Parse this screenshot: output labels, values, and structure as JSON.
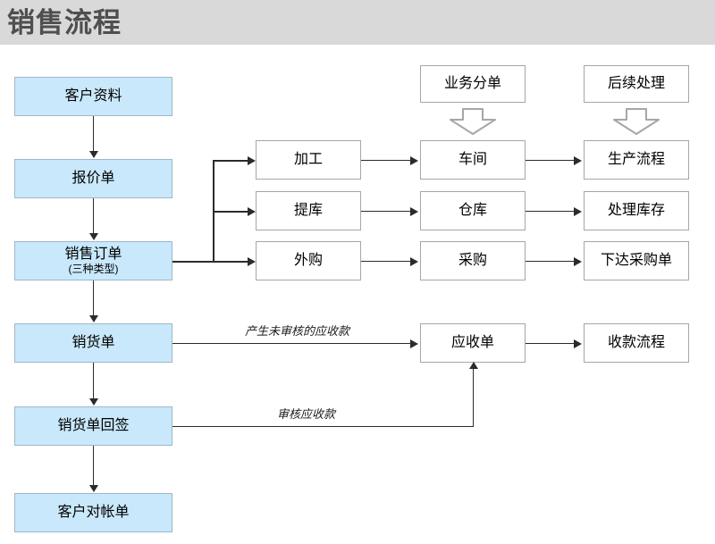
{
  "header": {
    "title": "销售流程",
    "background": "#d9d9d9",
    "title_color": "#4f4f4f"
  },
  "theme": {
    "node_blue_fill": "#c9e8fb",
    "node_blue_border": "#9fb8c8",
    "node_white_fill": "#ffffff",
    "node_white_border": "#a6a6a6",
    "connector_color": "#2b2b2b",
    "block_arrow_stroke": "#a6a6a6",
    "canvas_background": "#ffffff"
  },
  "main_flow": {
    "nodes": [
      {
        "id": "customer-info",
        "label": "客户资料",
        "sub": ""
      },
      {
        "id": "quotation",
        "label": "报价单",
        "sub": ""
      },
      {
        "id": "sales-order",
        "label": "销售订单",
        "sub": "(三种类型)"
      },
      {
        "id": "sales-slip",
        "label": "销货单",
        "sub": ""
      },
      {
        "id": "sales-slip-back",
        "label": "销货单回签",
        "sub": ""
      },
      {
        "id": "customer-statement",
        "label": "客户对帐单",
        "sub": ""
      }
    ]
  },
  "column_headers": [
    {
      "id": "business-split",
      "label": "业务分单"
    },
    {
      "id": "follow-up",
      "label": "后续处理"
    }
  ],
  "branch_rows": [
    {
      "type": {
        "id": "processing",
        "label": "加工"
      },
      "handler": {
        "id": "workshop",
        "label": "车间"
      },
      "follow_up": {
        "id": "production-flow",
        "label": "生产流程"
      }
    },
    {
      "type": {
        "id": "warehouse-pick",
        "label": "提库"
      },
      "handler": {
        "id": "warehouse",
        "label": "仓库"
      },
      "follow_up": {
        "id": "handle-stock",
        "label": "处理库存"
      }
    },
    {
      "type": {
        "id": "outsourcing",
        "label": "外购"
      },
      "handler": {
        "id": "purchasing",
        "label": "采购"
      },
      "follow_up": {
        "id": "issue-po",
        "label": "下达采购单"
      }
    }
  ],
  "receivable_flow": {
    "receivable_note": {
      "id": "receivable-note",
      "label": "应收单"
    },
    "collection_flow": {
      "id": "collection-flow",
      "label": "收款流程"
    },
    "edge_labels": [
      {
        "id": "unaudited-receivable",
        "label": "产生未审核的应收款"
      },
      {
        "id": "audit-receivable",
        "label": "审核应收款"
      }
    ]
  }
}
